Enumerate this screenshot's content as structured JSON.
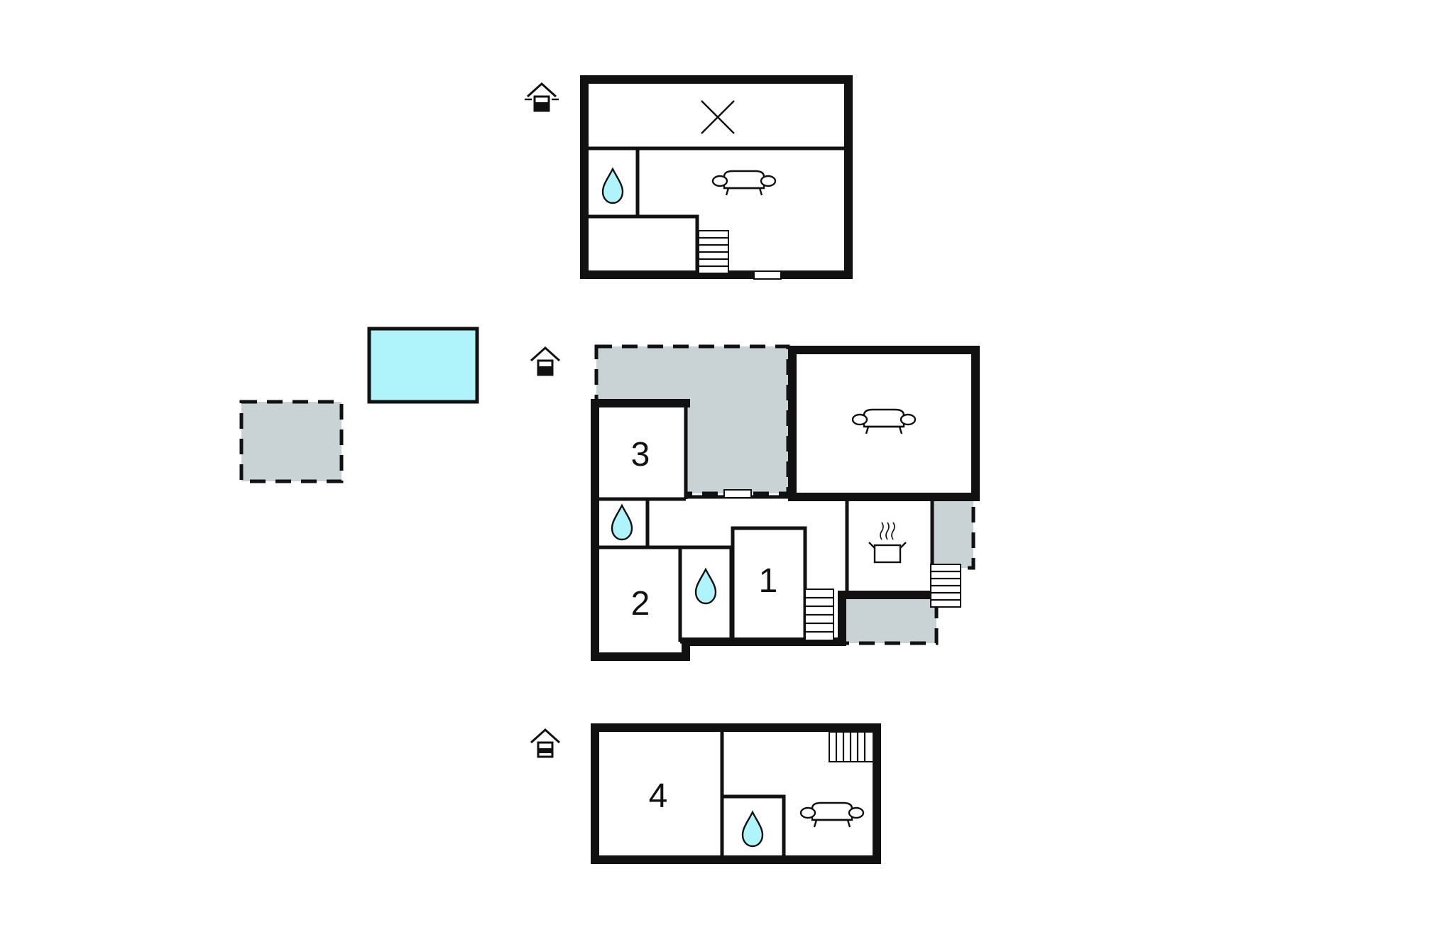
{
  "colors": {
    "wall": "#111111",
    "terrace": "#c9d3d5",
    "pool": "#aef4fa",
    "water_drop": "#aef4fa",
    "background": "#ffffff"
  },
  "floors": [
    {
      "id": "upper",
      "floor_icon": "house-floor-upper-icon",
      "rooms": [
        {
          "type": "storage",
          "icon": "cross-icon"
        },
        {
          "type": "bathroom",
          "icon": "water-drop-icon"
        },
        {
          "type": "living",
          "icon": "sofa-icon"
        },
        {
          "type": "room",
          "icon": ""
        },
        {
          "type": "stairs",
          "icon": "stairs-icon"
        }
      ]
    },
    {
      "id": "ground",
      "floor_icon": "house-floor-ground-icon",
      "rooms": [
        {
          "type": "bedroom",
          "number": "3"
        },
        {
          "type": "bathroom",
          "icon": "water-drop-icon"
        },
        {
          "type": "bedroom",
          "number": "2"
        },
        {
          "type": "bathroom",
          "icon": "water-drop-icon"
        },
        {
          "type": "bedroom",
          "number": "1"
        },
        {
          "type": "living",
          "icon": "sofa-icon"
        },
        {
          "type": "kitchen",
          "icon": "cooking-pot-icon"
        },
        {
          "type": "stairs",
          "icon": "stairs-icon"
        },
        {
          "type": "terrace",
          "icon": ""
        }
      ]
    },
    {
      "id": "basement",
      "floor_icon": "house-floor-basement-icon",
      "rooms": [
        {
          "type": "bedroom",
          "number": "4"
        },
        {
          "type": "bathroom",
          "icon": "water-drop-icon"
        },
        {
          "type": "living",
          "icon": "sofa-icon"
        },
        {
          "type": "stairs",
          "icon": "stairs-icon"
        }
      ]
    }
  ],
  "outdoor": [
    {
      "type": "pool"
    },
    {
      "type": "terrace"
    }
  ],
  "labels": {
    "room1": "1",
    "room2": "2",
    "room3": "3",
    "room4": "4"
  }
}
